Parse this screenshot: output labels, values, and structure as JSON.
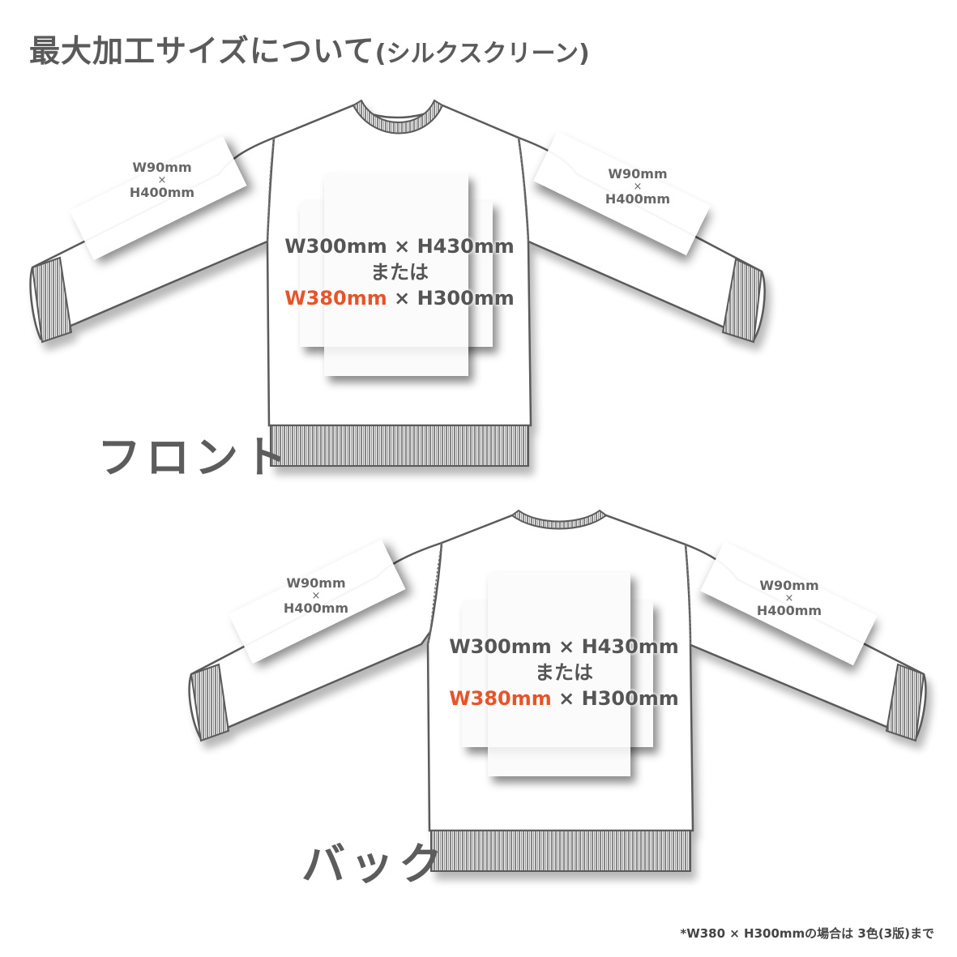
{
  "title": {
    "main": "最大加工サイズについて",
    "sub": "(シルクスクリーン)"
  },
  "views": [
    {
      "label": "フロント",
      "sleeve_left": {
        "width": "W90mm",
        "times": "×",
        "height": "H400mm"
      },
      "sleeve_right": {
        "width": "W90mm",
        "times": "×",
        "height": "H400mm"
      },
      "body": {
        "line1": "W300mm × H430mm",
        "line2": "または",
        "line3_accent": "W380mm",
        "line3_rest": " × H300mm"
      }
    },
    {
      "label": "バック",
      "sleeve_left": {
        "width": "W90mm",
        "times": "×",
        "height": "H400mm"
      },
      "sleeve_right": {
        "width": "W90mm",
        "times": "×",
        "height": "H400mm"
      },
      "body": {
        "line1": "W300mm × H430mm",
        "line2": "または",
        "line3_accent": "W380mm",
        "line3_rest": " × H300mm"
      }
    }
  ],
  "footnote": "*W380 × H300mmの場合は 3色(3版)まで",
  "colors": {
    "accent": "#e8542a",
    "text": "#555555",
    "outline": "#5a5a5a"
  }
}
